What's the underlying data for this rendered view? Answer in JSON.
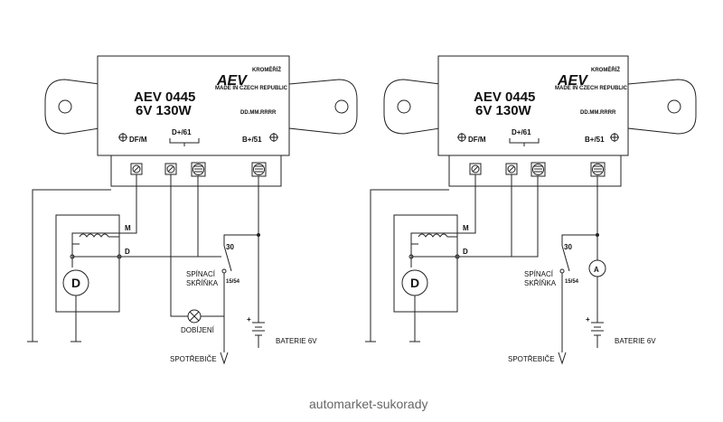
{
  "diagram": {
    "left": {
      "model": "AEV 0445",
      "rating": "6V  130W",
      "brand_city": "KROMĚŘÍŽ",
      "made_in": "MADE IN CZECH REPUBLIC",
      "date_code": "DD.MM.RRRR",
      "terminal_dfm": "DF/M",
      "terminal_d61": "D+/61",
      "terminal_b51": "B+/51",
      "label_m": "M",
      "label_d": "D",
      "motor_label": "D",
      "switch_30": "30",
      "switch_name_1": "SPÍNACÍ",
      "switch_name_2": "SKŘÍŇKA",
      "switch_1554": "15/54",
      "lamp_label": "DOBÍJENÍ",
      "load_label": "SPOTŘEBIČE",
      "battery_label": "BATERIE 6V"
    },
    "right": {
      "model": "AEV 0445",
      "rating": "6V  130W",
      "brand_city": "KROMĚŘÍŽ",
      "made_in": "MADE IN CZECH REPUBLIC",
      "date_code": "DD.MM.RRRR",
      "terminal_dfm": "DF/M",
      "terminal_d61": "D+/61",
      "terminal_b51": "B+/51",
      "label_m": "M",
      "label_d": "D",
      "motor_label": "D",
      "switch_30": "30",
      "switch_name_1": "SPÍNACÍ",
      "switch_name_2": "SKŘÍŇKA",
      "switch_1554": "15/54",
      "ammeter_label": "A",
      "load_label": "SPOTŘEBIČE",
      "battery_label": "BATERIE 6V"
    }
  },
  "watermark": "automarket-sukorady"
}
